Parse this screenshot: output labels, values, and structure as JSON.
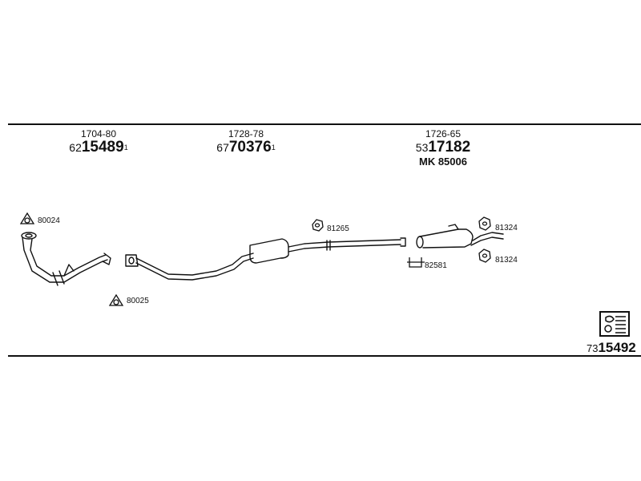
{
  "groups": [
    {
      "code": "1704-80",
      "prefix": "62",
      "number": "15489",
      "sup": "1"
    },
    {
      "code": "1728-78",
      "prefix": "67",
      "number": "70376",
      "sup": "1"
    },
    {
      "code": "1726-65",
      "prefix": "53",
      "number": "17182",
      "mk": "MK 85006"
    }
  ],
  "labels": {
    "clamp_80024": "80024",
    "clamp_80025": "80025",
    "clamp_81265": "81265",
    "clamp_82581": "82581",
    "clamp_81324_a": "81324",
    "clamp_81324_b": "81324"
  },
  "reference": {
    "prefix": "73",
    "number": "15492"
  }
}
